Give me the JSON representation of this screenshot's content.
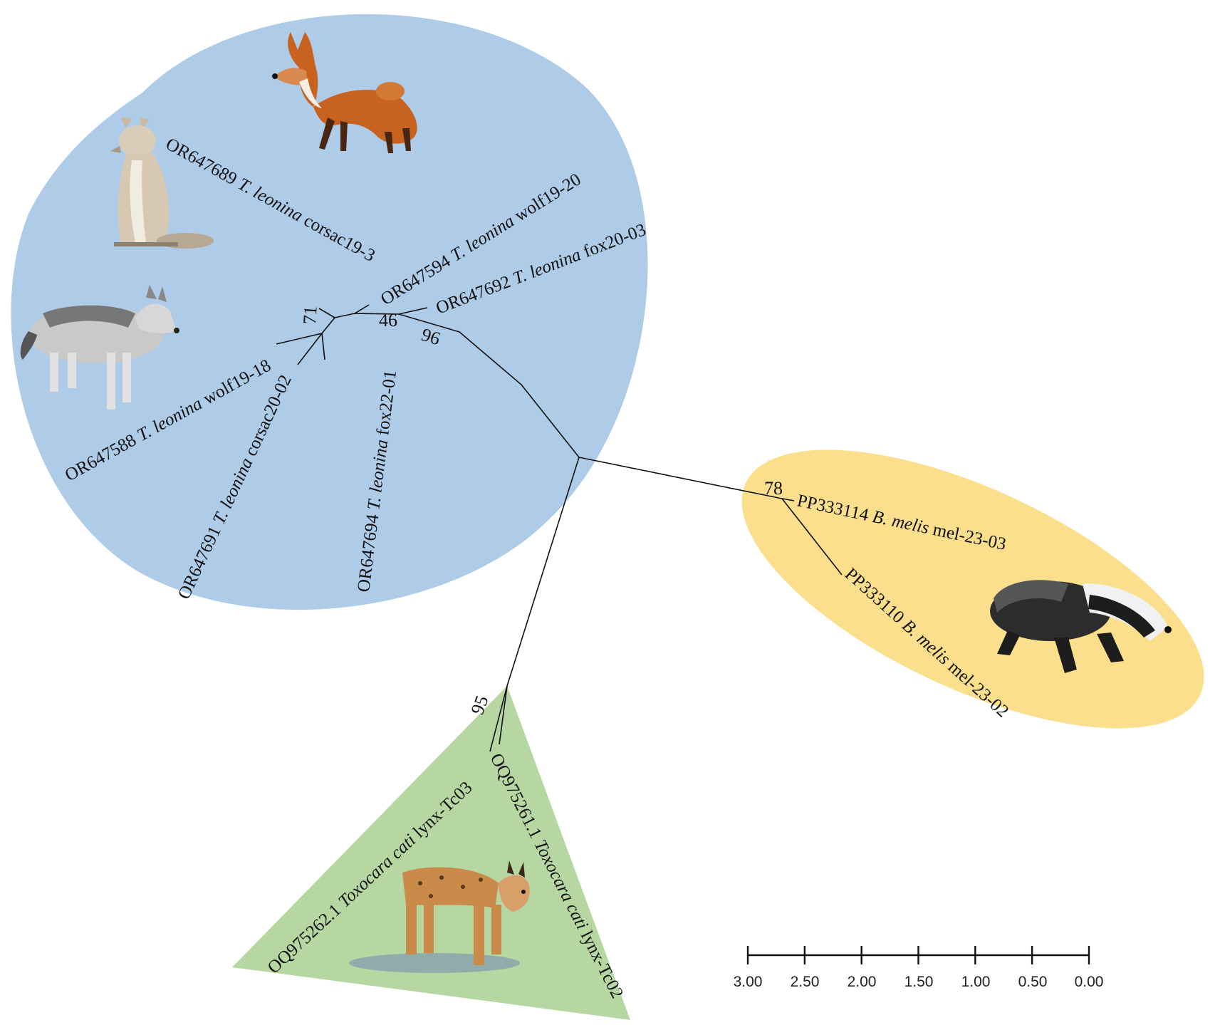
{
  "colors": {
    "canid_group": "#aecbe8",
    "badger_group": "#fbdf8c",
    "lynx_group": "#b6d7a2",
    "branch": "#111111"
  },
  "leaves": [
    {
      "accession": "OR647689",
      "species": "T. leonina",
      "isolate": "corsac19-3"
    },
    {
      "accession": "OR647594",
      "species": "T. leonina",
      "isolate": "wolf19-20"
    },
    {
      "accession": "OR647692",
      "species": "T. leonina",
      "isolate": "fox20-03"
    },
    {
      "accession": "OR647588",
      "species": "T. leonina",
      "isolate": "wolf19-18"
    },
    {
      "accession": "OR647691",
      "species": "T. leonina",
      "isolate": "corsac20-02"
    },
    {
      "accession": "OR647694",
      "species": "T. leonina",
      "isolate": "fox22-01"
    },
    {
      "accession": "PP333114",
      "species": "B. melis",
      "isolate": "mel-23-03"
    },
    {
      "accession": "PP333110",
      "species": "B. melis",
      "isolate": "mel-23-02"
    },
    {
      "accession": "OQ975262.1",
      "species": "Toxocara cati",
      "isolate": "lynx-Tc03"
    },
    {
      "accession": "OQ975261.1",
      "species": "Toxocara cati",
      "isolate": "lynx-Tc02"
    }
  ],
  "bootstrap": [
    "71",
    "46",
    "96",
    "78",
    "95"
  ],
  "scale_bar": {
    "ticks": [
      "3.00",
      "2.50",
      "2.00",
      "1.50",
      "1.00",
      "0.50",
      "0.00"
    ]
  },
  "animals": [
    "red-fox",
    "corsac-fox",
    "grey-wolf",
    "eurasian-badger",
    "lynx"
  ]
}
